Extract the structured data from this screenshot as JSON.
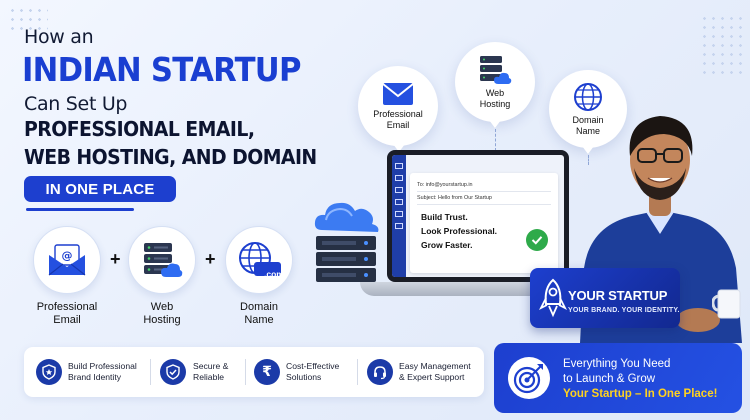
{
  "headline": {
    "line1": "How an",
    "line2": "INDIAN STARTUP",
    "line3": "Can Set Up",
    "line4": "PROFESSIONAL EMAIL,",
    "line5": "WEB HOSTING, AND DOMAIN",
    "pill": "IN ONE PLACE"
  },
  "services": [
    {
      "label": "Professional\nEmail",
      "icon": "email-envelope-icon"
    },
    {
      "label": "Web\nHosting",
      "icon": "server-cloud-icon"
    },
    {
      "label": "Domain\nName",
      "icon": "globe-domain-icon",
      "badge": ".com"
    }
  ],
  "plus": "+",
  "bubbles": [
    {
      "label": "Professional\nEmail",
      "icon": "envelope-icon"
    },
    {
      "label": "Web\nHosting",
      "icon": "server-cloud-icon"
    },
    {
      "label": "Domain\nName",
      "icon": "globe-icon"
    }
  ],
  "email": {
    "to": "To: info@yourstartup.in",
    "subject": "Subject: Hello from Our Startup",
    "lines": [
      "Build Trust.",
      "Look Professional.",
      "Grow Faster."
    ]
  },
  "badge": {
    "title": "YOUR STARTUP",
    "subtitle": "YOUR BRAND. YOUR IDENTITY."
  },
  "features": [
    {
      "text": "Build Professional\nBrand Identity",
      "icon": "shield-star-icon"
    },
    {
      "text": "Secure &\nReliable",
      "icon": "shield-check-icon"
    },
    {
      "text": "Cost-Effective\nSolutions",
      "icon": "rupee-icon"
    },
    {
      "text": "Easy Management\n& Expert Support",
      "icon": "headset-icon"
    }
  ],
  "cta": {
    "line1": "Everything You Need",
    "line2": "to Launch & Grow",
    "line3": "Your Startup – In One Place!"
  },
  "colors": {
    "brand_blue": "#1d3fcf",
    "accent_yellow": "#ffd21f",
    "success_green": "#2eaa4a"
  }
}
